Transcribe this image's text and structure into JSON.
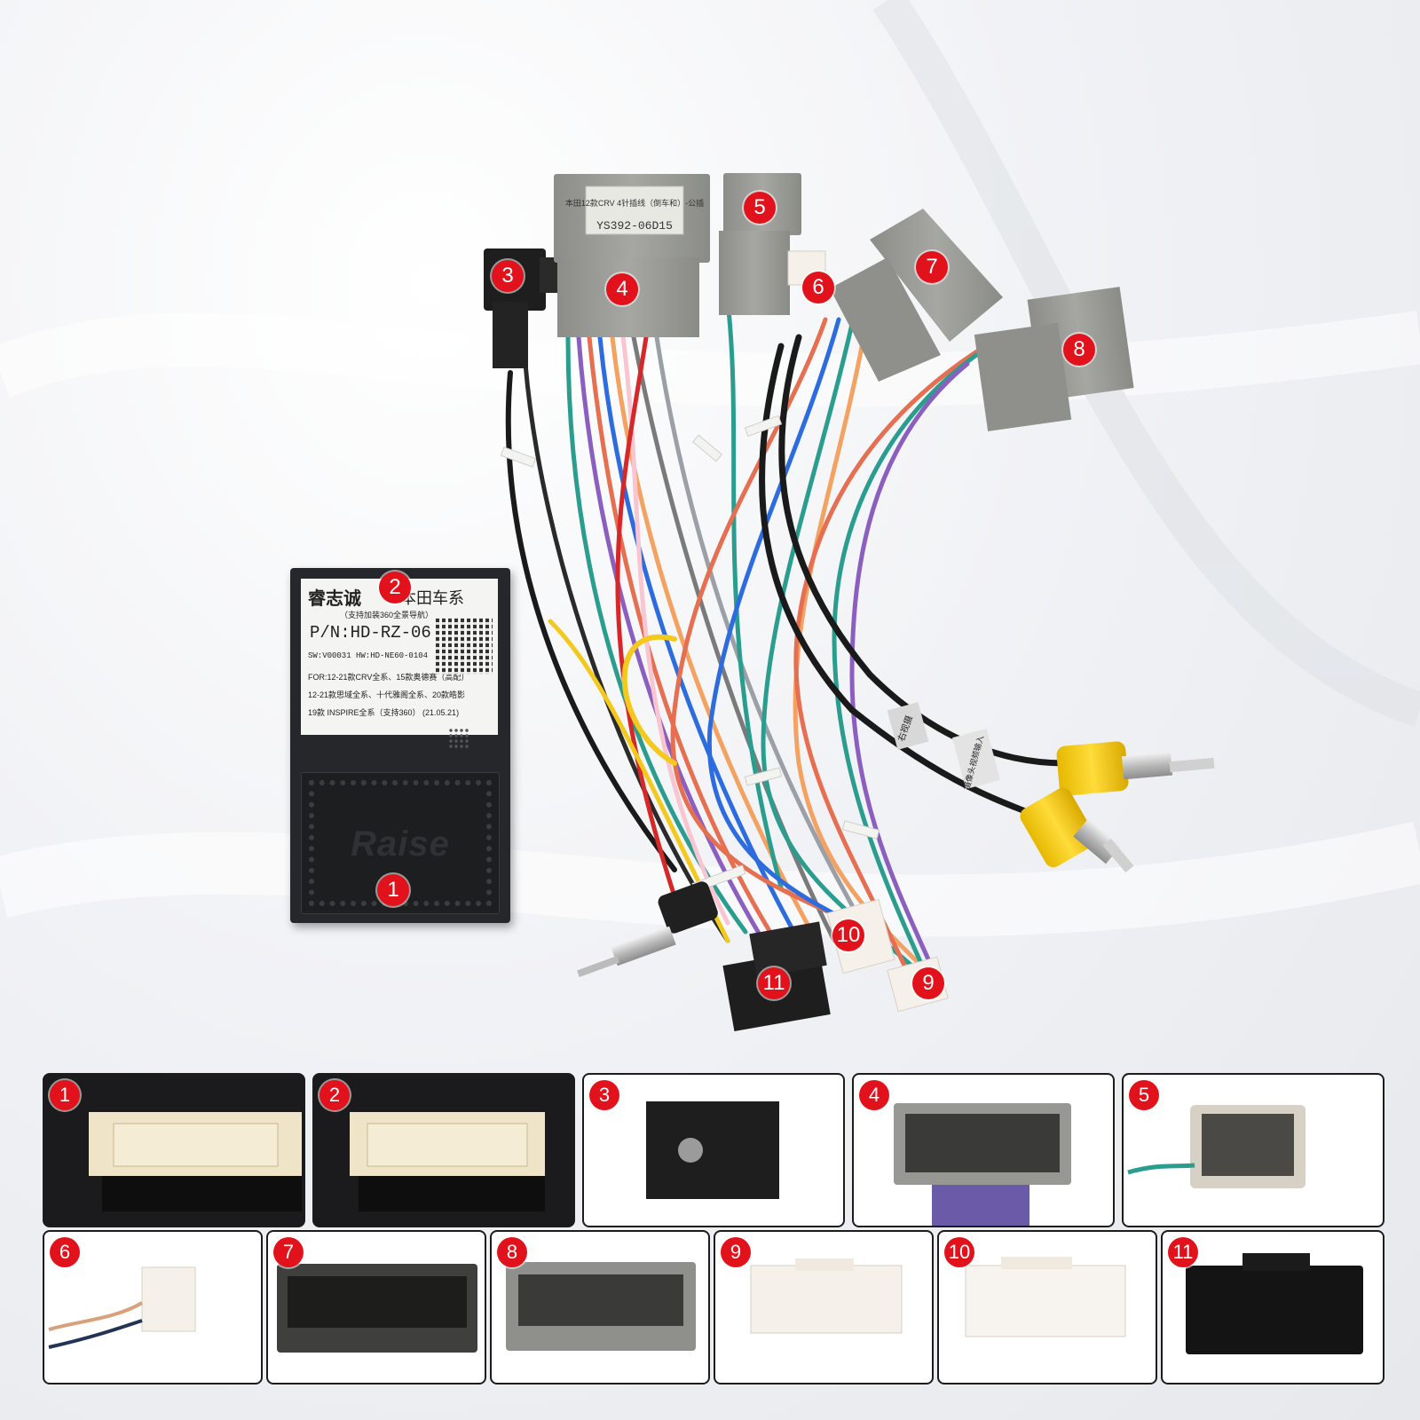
{
  "module": {
    "brand_cn": "睿志诚",
    "series_cn": "本田车系",
    "support_note": "（支持加装360全景导航）",
    "part_number": "P/N:HD-RZ-06",
    "versions": "SW:V00031 HW:HD-NE60-0104",
    "compat_line1": "FOR:12-21款CRV全系、15款奥德赛（高配）",
    "compat_line2": "12-21款思域全系、十代雅阁全系、20款皓影",
    "compat_line3": "19款 INSPIRE全系（支持360）  (21.05.21)",
    "logo_text": "Raise"
  },
  "connector_sticker": {
    "text_top": "本田12款CRV 4针插线（倒车和）-公插",
    "model": "YS392-06D15"
  },
  "cable_tags": {
    "tag_a": "右视摄",
    "tag_b": "摄像头视频输入"
  },
  "main_markers": [
    "1",
    "2",
    "3",
    "4",
    "5",
    "6",
    "7",
    "8",
    "9",
    "10",
    "11"
  ],
  "thumbnails": [
    "1",
    "2",
    "3",
    "4",
    "5",
    "6",
    "7",
    "8",
    "9",
    "10",
    "11"
  ],
  "colors": {
    "marker": "#e1121b",
    "module": "#26272a",
    "connector_grey": "#9a9b96",
    "rca_yellow": "#f2c91c"
  }
}
